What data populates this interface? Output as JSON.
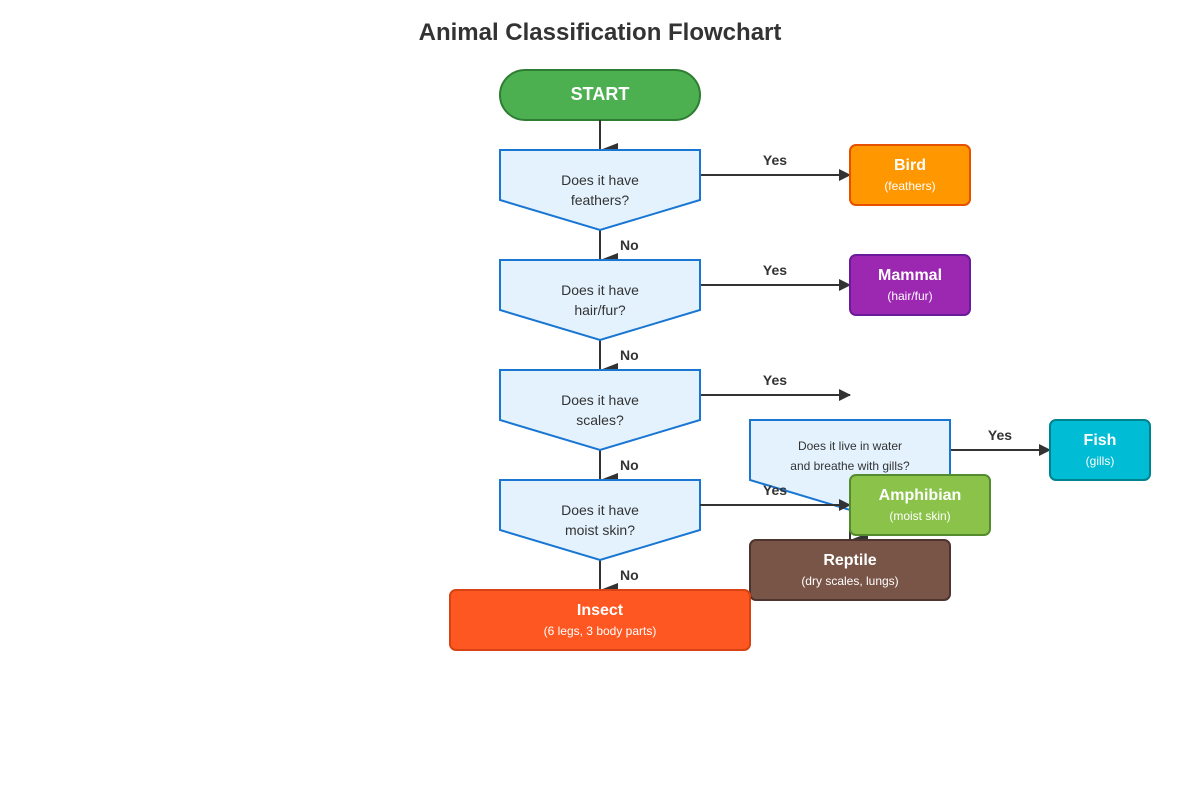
{
  "title": "Animal Classification Flowchart",
  "start": {
    "label": "START"
  },
  "questions": {
    "feathers": {
      "line1": "Does it have",
      "line2": "feathers?"
    },
    "hair": {
      "line1": "Does it have",
      "line2": "hair/fur?"
    },
    "scales": {
      "line1": "Does it have",
      "line2": "scales?"
    },
    "moist": {
      "line1": "Does it have",
      "line2": "moist skin?"
    },
    "water": {
      "line1": "Does it live in water",
      "line2": "and breathe with gills?"
    }
  },
  "edge_labels": {
    "yes": "Yes",
    "no": "No"
  },
  "classes": {
    "bird": {
      "name": "Bird",
      "detail": "(feathers)",
      "color": "#FF9800"
    },
    "mammal": {
      "name": "Mammal",
      "detail": "(hair/fur)",
      "color": "#9C27B0"
    },
    "fish": {
      "name": "Fish",
      "detail": "(gills)",
      "color": "#00BCD4"
    },
    "amphibian": {
      "name": "Amphibian",
      "detail": "(moist skin)",
      "color": "#8BC34A"
    },
    "reptile": {
      "name": "Reptile",
      "detail": "(dry scales, lungs)",
      "color": "#795548"
    },
    "insect": {
      "name": "Insect",
      "detail": "(6 legs, 3 body parts)",
      "color": "#FF5722"
    }
  },
  "colors": {
    "start": "#4CAF50",
    "question_fill": "#E3F2FD",
    "question_stroke": "#1976D2",
    "edge": "#333333"
  }
}
